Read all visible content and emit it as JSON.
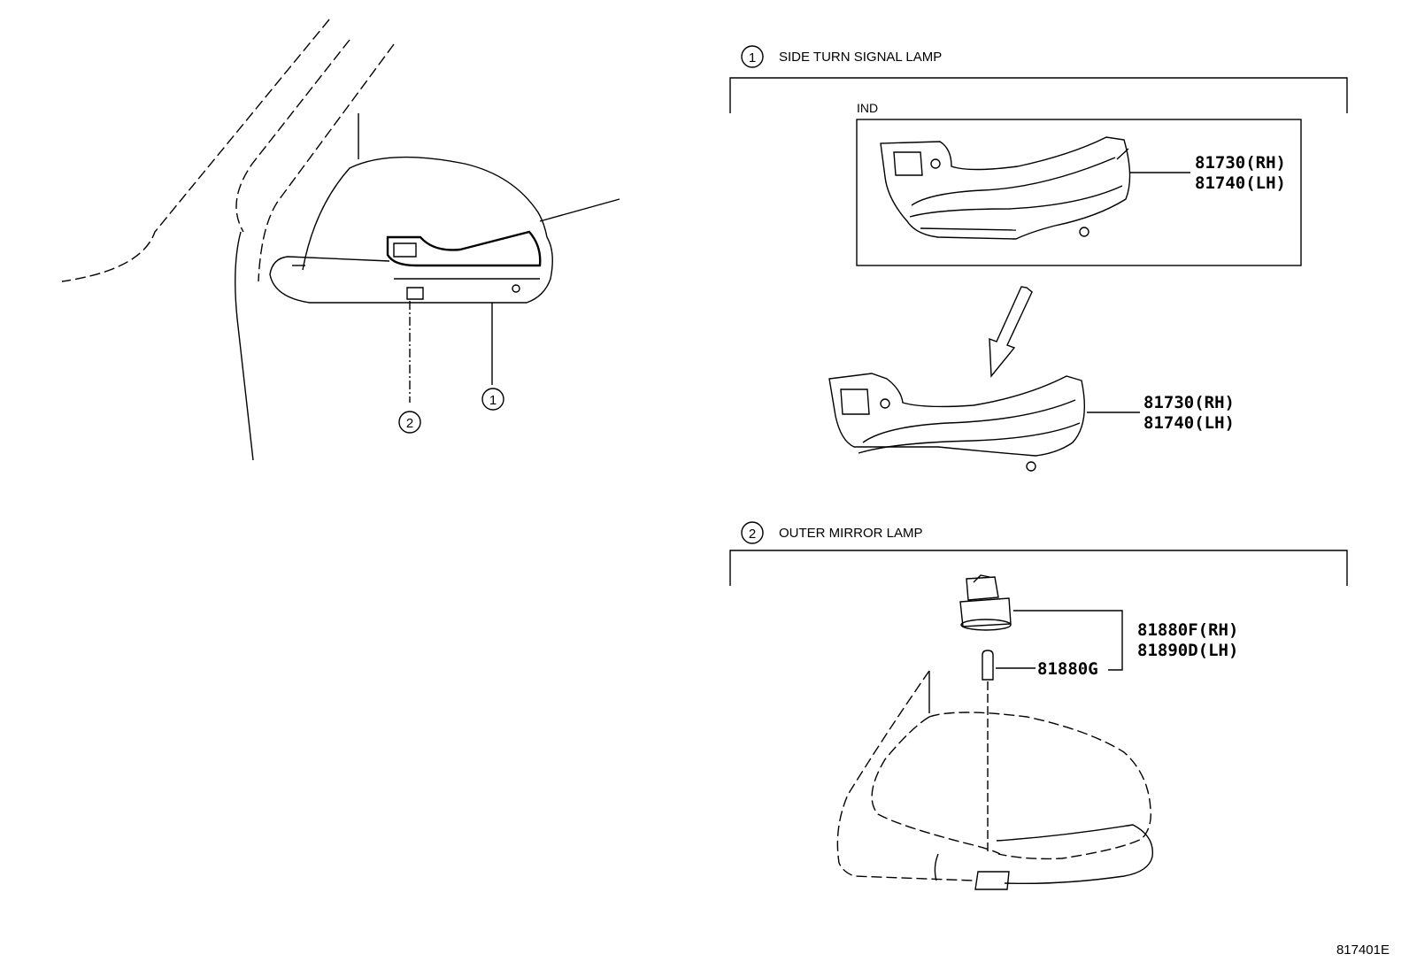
{
  "sections": [
    {
      "number": "1",
      "title": "SIDE TURN SIGNAL LAMP"
    },
    {
      "number": "2",
      "title": "OUTER MIRROR LAMP"
    }
  ],
  "callouts": {
    "lamp": "1",
    "mirror_lamp": "2"
  },
  "ind_label": "IND",
  "parts": {
    "turn_signal_rh": "81730(RH)",
    "turn_signal_lh": "81740(LH)",
    "mirror_lamp_rh": "81880F(RH)",
    "mirror_lamp_lh": "81890D(LH)",
    "bulb": "81880G"
  },
  "diagram_id": "817401E"
}
